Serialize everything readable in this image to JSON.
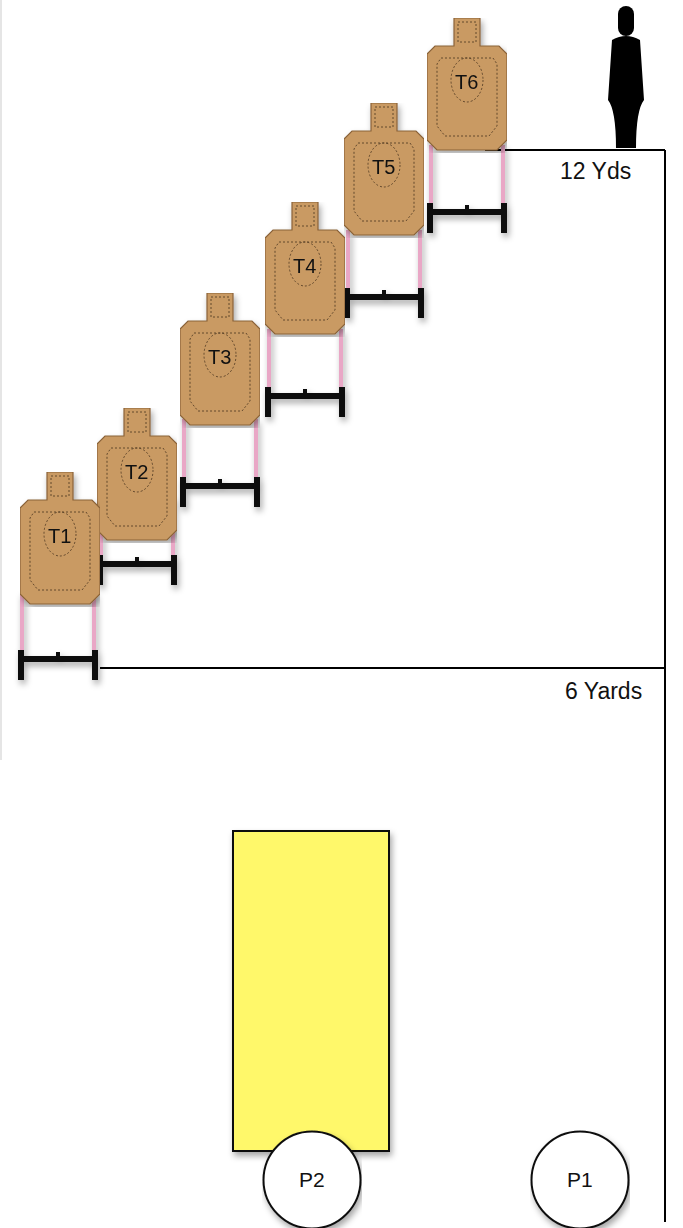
{
  "diagram": {
    "nodes": [
      {
        "text": [
          "T6"
        ]
      },
      {
        "text": [
          "T5"
        ]
      },
      {
        "text": [
          "T4"
        ]
      },
      {
        "text": [
          "T3"
        ]
      },
      {
        "text": [
          "T2"
        ]
      },
      {
        "text": [
          "T1"
        ]
      },
      {
        "text": [
          "P2"
        ]
      },
      {
        "text": [
          "P1"
        ]
      }
    ],
    "labels": [
      "12 Yds",
      "6 Yards"
    ]
  }
}
